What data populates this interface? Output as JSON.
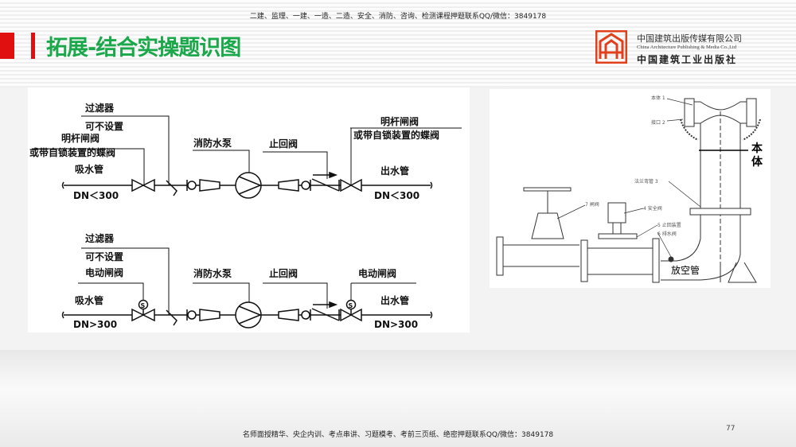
{
  "header": {
    "top_note": "二建、监理、一建、一造、二造、安全、消防、咨询、检测课程押题联系QQ/微信：3849178",
    "title": "拓展-结合实操题识图",
    "publisher": {
      "name_cn": "中国建筑出版传媒有限公司",
      "name_en": "China Architecture Publishing & Media Co.,Ltd",
      "name_cn2": "中国建筑工业出版社",
      "logo_color": "#e0401c"
    }
  },
  "diagram_top": {
    "filter": "过滤器",
    "optional": "可不设置",
    "inlet_valve_1": "明杆闸阀",
    "inlet_valve_2": "或带自锁装置的蝶阀",
    "pump": "消防水泵",
    "check_valve": "止回阀",
    "outlet_valve_1": "明杆闸阀",
    "outlet_valve_2": "或带自锁装置的蝶阀",
    "suction_pipe": "吸水管",
    "suction_dn": "DN＜300",
    "outlet_pipe": "出水管",
    "outlet_dn": "DN＜300"
  },
  "diagram_bottom": {
    "filter": "过滤器",
    "optional": "可不设置",
    "inlet_valve": "电动闸阀",
    "pump": "消防水泵",
    "check_valve": "止回阀",
    "outlet_valve": "电动闸阀",
    "suction_pipe": "吸水管",
    "suction_dn": "DN>300",
    "outlet_pipe": "出水管",
    "outlet_dn": "DN>300",
    "motor_symbol": "S"
  },
  "hydrant": {
    "body_label": "本体",
    "body_char1": "本",
    "body_char2": "体",
    "vent_pipe": "放空管",
    "parts": [
      "本体 1",
      "接口 2",
      "法兰弯管 3",
      "4 安全阀",
      "5 止回装置",
      "6 排水阀",
      "7 闸阀"
    ]
  },
  "footer": {
    "note": "名师面授精华、央企内训、考点串讲、习题模考、考前三页纸、绝密押题联系QQ/微信：3849178",
    "page_number": "77"
  }
}
